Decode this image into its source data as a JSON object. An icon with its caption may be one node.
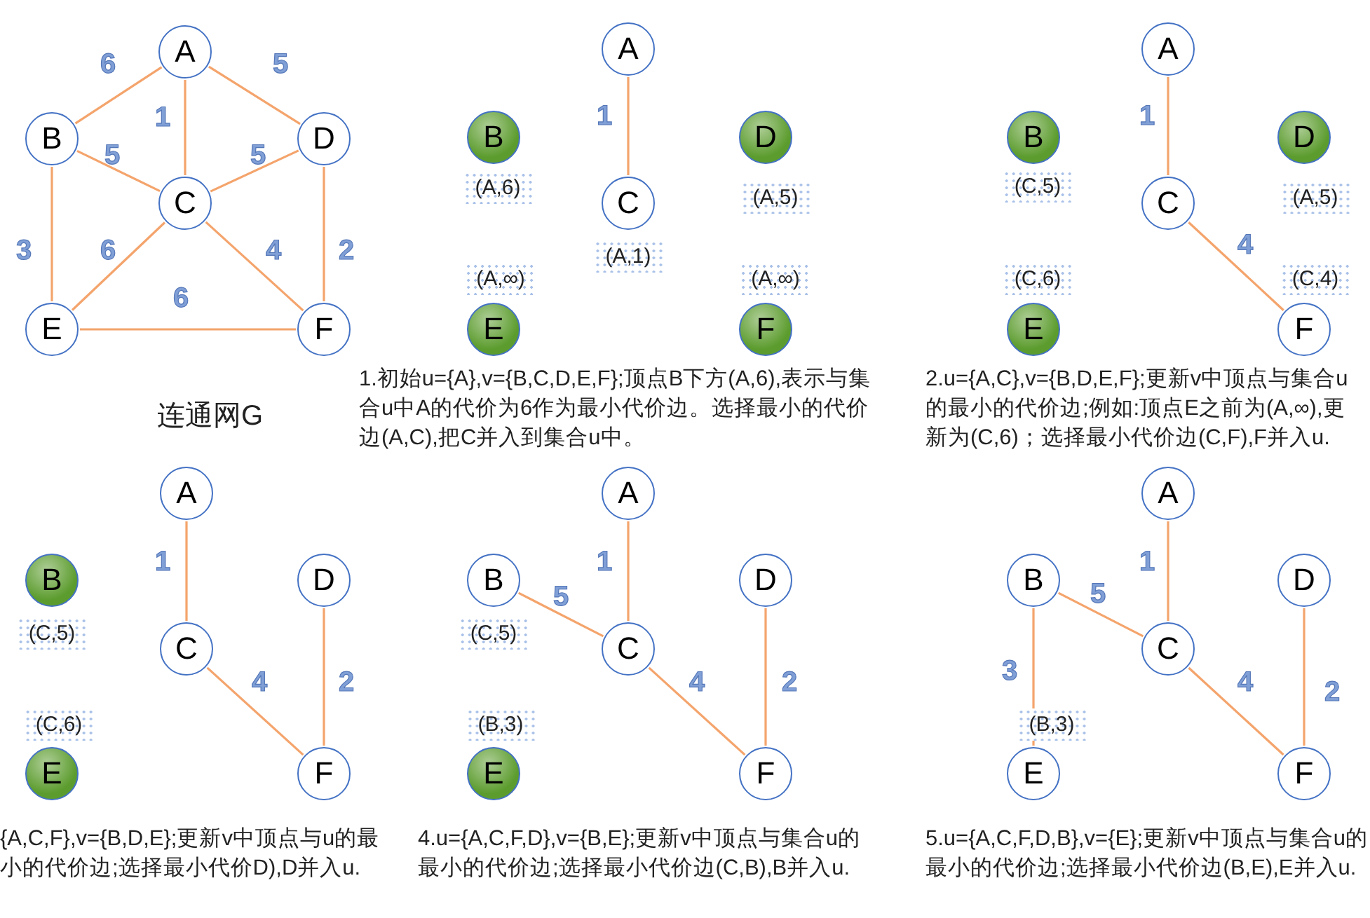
{
  "diagram": {
    "nodes": [
      {
        "text": [
          "A"
        ]
      },
      {
        "text": [
          "B"
        ]
      },
      {
        "text": [
          "C"
        ]
      },
      {
        "text": [
          "D"
        ]
      },
      {
        "text": [
          "E"
        ]
      },
      {
        "text": [
          "F"
        ]
      },
      {
        "text": [
          "A"
        ]
      },
      {
        "text": [
          "B"
        ],
        "beside": [
          "(A,6)"
        ]
      },
      {
        "text": [
          "C"
        ],
        "beside": [
          "(A,1)"
        ]
      },
      {
        "text": [
          "D"
        ],
        "beside": [
          "(A,5)"
        ]
      },
      {
        "text": [
          "E"
        ],
        "beside": [
          "(A,∞)"
        ]
      },
      {
        "text": [
          "F"
        ],
        "beside": [
          "(A,∞)"
        ]
      },
      {
        "text": [
          "A"
        ]
      },
      {
        "text": [
          "B"
        ],
        "beside": [
          "(C,5)"
        ]
      },
      {
        "text": [
          "C"
        ]
      },
      {
        "text": [
          "D"
        ],
        "beside": [
          "(A,5)"
        ]
      },
      {
        "text": [
          "E"
        ],
        "beside": [
          "(C,6)"
        ]
      },
      {
        "text": [
          "F"
        ],
        "beside": [
          "(C,4)"
        ]
      },
      {
        "text": [
          "A"
        ]
      },
      {
        "text": [
          "B"
        ],
        "beside": [
          "(C,5)"
        ]
      },
      {
        "text": [
          "C"
        ]
      },
      {
        "text": [
          "D"
        ]
      },
      {
        "text": [
          "E"
        ],
        "beside": [
          "(C,6)"
        ]
      },
      {
        "text": [
          "F"
        ]
      },
      {
        "text": [
          "A"
        ]
      },
      {
        "text": [
          "B"
        ],
        "beside": [
          "(C,5)"
        ]
      },
      {
        "text": [
          "C"
        ]
      },
      {
        "text": [
          "D"
        ]
      },
      {
        "text": [
          "E"
        ],
        "beside": [
          "(B,3)"
        ]
      },
      {
        "text": [
          "F"
        ]
      },
      {
        "text": [
          "A"
        ]
      },
      {
        "text": [
          "B"
        ]
      },
      {
        "text": [
          "C"
        ]
      },
      {
        "text": [
          "D"
        ]
      },
      {
        "text": [
          "E"
        ],
        "beside": [
          "(B,3)"
        ]
      },
      {
        "text": [
          "F"
        ]
      }
    ],
    "edges": [
      {
        "from": 0,
        "to": 1,
        "arrow": "none",
        "label": "6"
      },
      {
        "from": 0,
        "to": 3,
        "arrow": "none",
        "label": "5"
      },
      {
        "from": 0,
        "to": 2,
        "arrow": "none",
        "label": "1"
      },
      {
        "from": 1,
        "to": 2,
        "arrow": "none",
        "label": "5"
      },
      {
        "from": 2,
        "to": 3,
        "arrow": "none",
        "label": "5"
      },
      {
        "from": 1,
        "to": 4,
        "arrow": "none",
        "label": "3"
      },
      {
        "from": 2,
        "to": 4,
        "arrow": "none",
        "label": "6"
      },
      {
        "from": 2,
        "to": 5,
        "arrow": "none",
        "label": "4"
      },
      {
        "from": 3,
        "to": 5,
        "arrow": "none",
        "label": "2"
      },
      {
        "from": 4,
        "to": 5,
        "arrow": "none",
        "label": "6"
      },
      {
        "from": 6,
        "to": 8,
        "arrow": "none",
        "label": "1"
      },
      {
        "from": 12,
        "to": 14,
        "arrow": "none",
        "label": "1"
      },
      {
        "from": 14,
        "to": 17,
        "arrow": "none",
        "label": "4"
      },
      {
        "from": 18,
        "to": 20,
        "arrow": "none",
        "label": "1"
      },
      {
        "from": 20,
        "to": 23,
        "arrow": "none",
        "label": "4"
      },
      {
        "from": 21,
        "to": 23,
        "arrow": "none",
        "label": "2"
      },
      {
        "from": 24,
        "to": 26,
        "arrow": "none",
        "label": "1"
      },
      {
        "from": 25,
        "to": 26,
        "arrow": "none",
        "label": "5"
      },
      {
        "from": 26,
        "to": 29,
        "arrow": "none",
        "label": "4"
      },
      {
        "from": 27,
        "to": 29,
        "arrow": "none",
        "label": "2"
      },
      {
        "from": 30,
        "to": 32,
        "arrow": "none",
        "label": "1"
      },
      {
        "from": 31,
        "to": 32,
        "arrow": "none",
        "label": "5"
      },
      {
        "from": 32,
        "to": 35,
        "arrow": "none",
        "label": "4"
      },
      {
        "from": 33,
        "to": 35,
        "arrow": "none",
        "label": "2"
      },
      {
        "from": 31,
        "to": 34,
        "arrow": "none",
        "label": "3"
      }
    ],
    "labels": [
      "连通网G",
      "1.初始u={A},v={B,C,D,E,F};顶点B下方(A,6),表示与集合u中A的代价为6作为最小代价边。选择最小的代价边(A,C),把C并入到集合u中。",
      "2.u={A,C},v={B,D,E,F};更新v中顶点与集合u的最小的代价边;例如:顶点E之前为(A,∞),更新为(C,6)；选择最小代价边(C,F),F并入u.",
      "{A,C,F},v={B,D,E};更新v中顶点与u的最小的代价边;选择最小代价D),D并入u.",
      "4.u={A,C,F,D},v={B,E};更新v中顶点与集合u的最小的代价边;选择最小代价边(C,B),B并入u.",
      "5.u={A,C,F,D,B},v={E};更新v中顶点与集合u的最小的代价边;选择最小代价边(B,E),E并入u."
    ]
  }
}
